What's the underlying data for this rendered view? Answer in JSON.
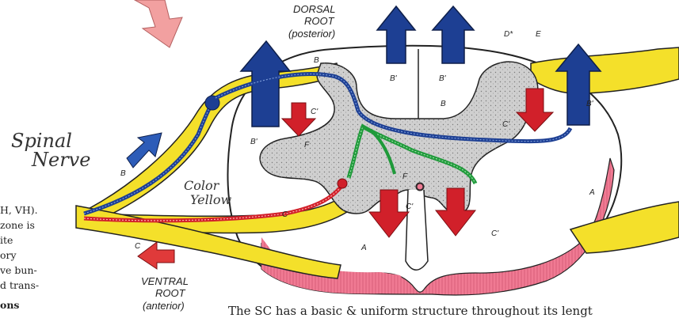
{
  "labels": {
    "dorsal_root": "DORSAL",
    "dorsal_root_2": "ROOT",
    "dorsal_root_3": "(posterior)",
    "ventral_root": "VENTRAL",
    "ventral_root_2": "ROOT",
    "ventral_root_3": "(anterior)",
    "spinal_nerve_1": "Spinal",
    "spinal_nerve_2": "Nerve",
    "color_1": "Color",
    "color_2": "Yellow",
    "d_star": "D*",
    "e_mark": "E",
    "letter_a": "A",
    "letter_b": "B",
    "letter_b1": "B'",
    "letter_c": "C",
    "letter_c1": "C'",
    "letter_f": "F"
  },
  "left_text": [
    "H, VH).",
    "zone is",
    "ite",
    "ory",
    "ve bun-",
    "d trans-",
    "ons"
  ],
  "caption": "The SC has a basic & uniform structure throughout its lengt",
  "colors": {
    "yellow": "#f4e02a",
    "gray_matter": "#cfcfcf",
    "pink": "#f07a93",
    "blue": "#1d3f93",
    "red": "#d1202a",
    "green": "#1f9a3a",
    "salmon": "#f2a0a0"
  }
}
